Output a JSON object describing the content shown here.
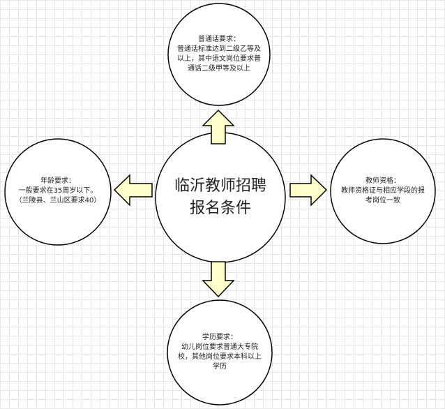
{
  "diagram": {
    "center": {
      "lines": [
        "临沂教师招聘",
        "报名条件"
      ]
    },
    "top": {
      "lines": [
        "普通话要求：",
        "普通话标准达到二级乙等及",
        "以上，其中语文岗位要求普",
        "通话二级甲等及以上"
      ]
    },
    "left": {
      "lines": [
        "年龄要求：",
        "一般要求在35周岁以下。",
        "（兰陵县、兰山区要求40）"
      ]
    },
    "right": {
      "lines": [
        "教师资格：",
        "教师资格证与相应学段的报",
        "考岗位一致"
      ]
    },
    "bottom": {
      "lines": [
        "学历要求：",
        "幼儿岗位要求普通大专院",
        "校，其他岗位要求本科以上",
        "学历"
      ]
    },
    "colors": {
      "node_fill": "#ffffff",
      "node_stroke": "#000000",
      "arrow_fill": "#ffffcc",
      "arrow_stroke": "#000000",
      "grid": "#e6e6e6"
    }
  }
}
